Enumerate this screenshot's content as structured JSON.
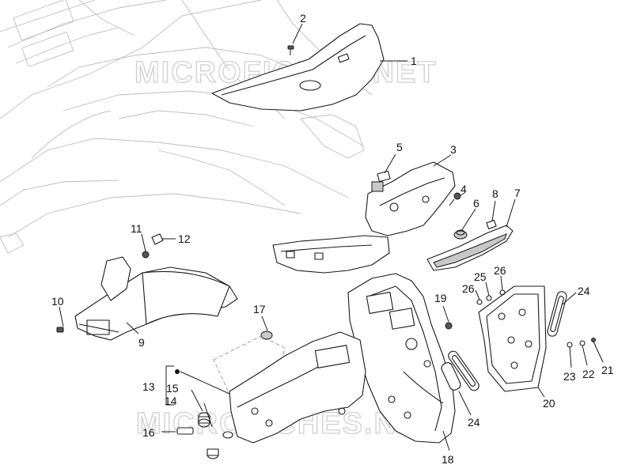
{
  "watermark": {
    "text_top": "MICROFICHES.NET",
    "text_bottom": "MICROFICHES.NET"
  },
  "callouts": [
    {
      "id": "1",
      "text": "1"
    },
    {
      "id": "2",
      "text": "2"
    },
    {
      "id": "3",
      "text": "3"
    },
    {
      "id": "4",
      "text": "4"
    },
    {
      "id": "5",
      "text": "5"
    },
    {
      "id": "6",
      "text": "6"
    },
    {
      "id": "7",
      "text": "7"
    },
    {
      "id": "8",
      "text": "8"
    },
    {
      "id": "9",
      "text": "9"
    },
    {
      "id": "10",
      "text": "10"
    },
    {
      "id": "11",
      "text": "11"
    },
    {
      "id": "12",
      "text": "12"
    },
    {
      "id": "13",
      "text": "13"
    },
    {
      "id": "14",
      "text": "14"
    },
    {
      "id": "15",
      "text": "15"
    },
    {
      "id": "16",
      "text": "16"
    },
    {
      "id": "17",
      "text": "17"
    },
    {
      "id": "18",
      "text": "18"
    },
    {
      "id": "19",
      "text": "19"
    },
    {
      "id": "20",
      "text": "20"
    },
    {
      "id": "21",
      "text": "21"
    },
    {
      "id": "22",
      "text": "22"
    },
    {
      "id": "23",
      "text": "23"
    },
    {
      "id": "24a",
      "text": "24"
    },
    {
      "id": "24b",
      "text": "24"
    },
    {
      "id": "25",
      "text": "25"
    },
    {
      "id": "26a",
      "text": "26"
    },
    {
      "id": "26b",
      "text": "26"
    }
  ]
}
